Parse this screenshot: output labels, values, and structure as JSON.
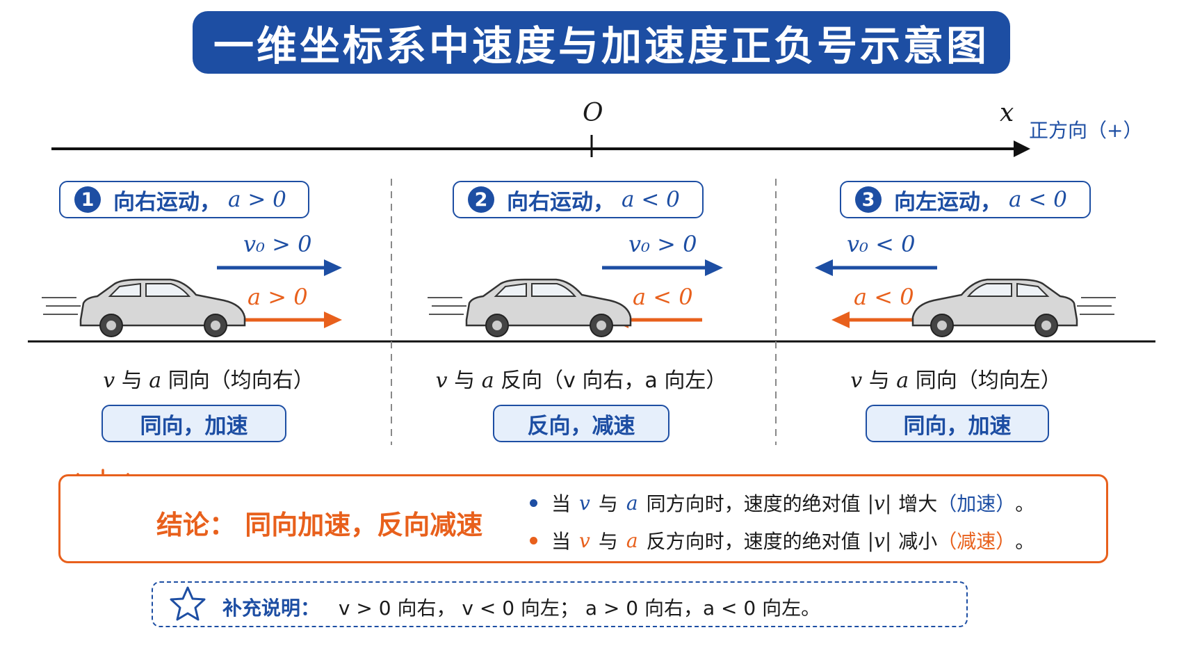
{
  "title": "一维坐标系中速度与加速度正负号示意图",
  "axis": {
    "origin": "O",
    "x": "x",
    "positive_direction": "正方向（+）"
  },
  "cases": [
    {
      "number": "1",
      "heading": "向右运动，",
      "condition": "a > 0",
      "v0_label": "v₀ > 0",
      "a_label": "a > 0",
      "relation_v": "v",
      "relation_mid": "与",
      "relation_a": "a",
      "relation_rest": "同向（均向右）",
      "result": "同向，加速"
    },
    {
      "number": "2",
      "heading": "向右运动，",
      "condition": "a < 0",
      "v0_label": "v₀ > 0",
      "a_label": "a < 0",
      "relation_v": "v",
      "relation_mid": "与",
      "relation_a": "a",
      "relation_rest": "反向（v 向右，a 向左）",
      "result": "反向，减速"
    },
    {
      "number": "3",
      "heading": "向左运动，",
      "condition": "a < 0",
      "v0_label": "v₀ < 0",
      "a_label": "a < 0",
      "relation_v": "v",
      "relation_mid": "与",
      "relation_a": "a",
      "relation_rest": "同向（均向左）",
      "result": "同向，加速"
    }
  ],
  "conclusion": {
    "title": "结论：  同向加速，反向减速",
    "bullet1_a": "当",
    "bullet1_v": "v",
    "bullet1_b": "与",
    "bullet1_av": "a",
    "bullet1_c": "同方向时，速度的绝对值",
    "bullet1_abs": "|v|",
    "bullet1_d": "增大",
    "bullet1_paren": "（加速）",
    "bullet1_end": "。",
    "bullet2_a": "当",
    "bullet2_v": "v",
    "bullet2_b": "与",
    "bullet2_av": "a",
    "bullet2_c": "反方向时，速度的绝对值",
    "bullet2_abs": "|v|",
    "bullet2_d": "减小",
    "bullet2_paren": "（减速）",
    "bullet2_end": "。"
  },
  "supplement": {
    "label": "补充说明：",
    "text": "v > 0 向右，  v < 0 向左；  a > 0 向右，a < 0 向左。"
  },
  "colors": {
    "blue": "#1d4ea3",
    "orange": "#e8601c",
    "light_blue": "#e6effb"
  },
  "icons": [
    "lightbulb-icon",
    "star-icon",
    "car-icon",
    "arrow-right-icon",
    "arrow-left-icon"
  ]
}
